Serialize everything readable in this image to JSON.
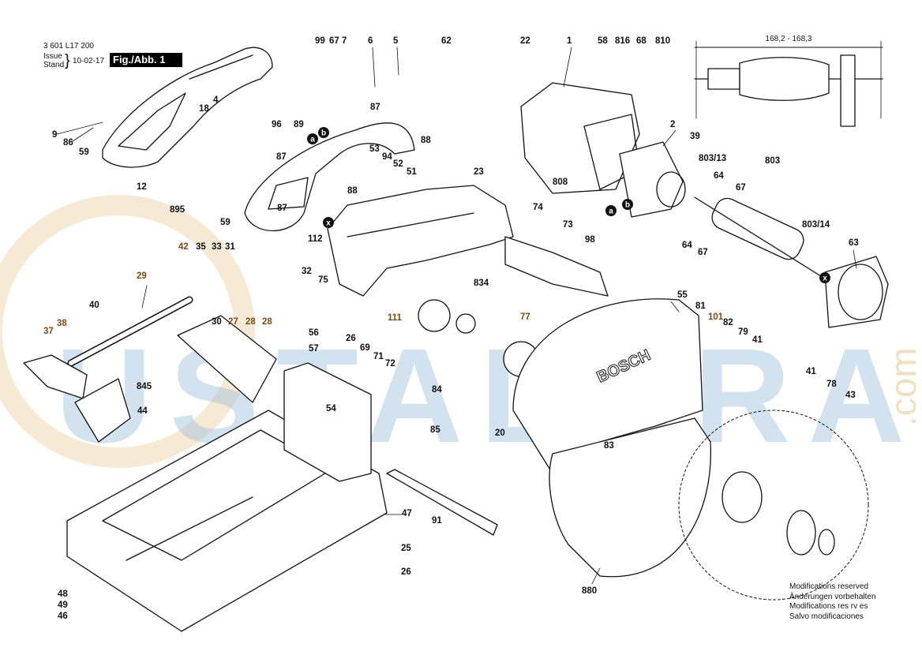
{
  "header": {
    "doc_number": "3 601 L17 200",
    "issue_label": "Issue",
    "stand_label": "Stand",
    "brace": "}",
    "date": "10-02-17",
    "figure": "Fig./Abb. 1"
  },
  "dimension": "168,2 - 168,3",
  "brand_on_guard": "BOSCH",
  "watermark": {
    "text": "USTALARA",
    "suffix": ".com",
    "color": "#9fc0dc"
  },
  "notes": [
    "Modifications reserved",
    "Änderungen vorbehalten",
    "Modifications res rv es",
    "Salvo modificaciones"
  ],
  "part_labels": [
    {
      "t": "99"
    },
    {
      "t": "67"
    },
    {
      "t": "7"
    },
    {
      "t": "6"
    },
    {
      "t": "5"
    },
    {
      "t": "62"
    },
    {
      "t": "22"
    },
    {
      "t": "1"
    },
    {
      "t": "58"
    },
    {
      "t": "816"
    },
    {
      "t": "68"
    },
    {
      "t": "810"
    },
    {
      "t": "18"
    },
    {
      "t": "4"
    },
    {
      "t": "96"
    },
    {
      "t": "89"
    },
    {
      "t": "87"
    },
    {
      "t": "9"
    },
    {
      "t": "86"
    },
    {
      "t": "59"
    },
    {
      "t": "87"
    },
    {
      "t": "88"
    },
    {
      "t": "53"
    },
    {
      "t": "94"
    },
    {
      "t": "52"
    },
    {
      "t": "51"
    },
    {
      "t": "808"
    },
    {
      "t": "2"
    },
    {
      "t": "39"
    },
    {
      "t": "803/13"
    },
    {
      "t": "803"
    },
    {
      "t": "64"
    },
    {
      "t": "67"
    },
    {
      "t": "12"
    },
    {
      "t": "88"
    },
    {
      "t": "23"
    },
    {
      "t": "895"
    },
    {
      "t": "87"
    },
    {
      "t": "59"
    },
    {
      "t": "74"
    },
    {
      "t": "73"
    },
    {
      "t": "98"
    },
    {
      "t": "803/14"
    },
    {
      "t": "64"
    },
    {
      "t": "67"
    },
    {
      "t": "63"
    },
    {
      "t": "42",
      "brown": true
    },
    {
      "t": "35"
    },
    {
      "t": "33"
    },
    {
      "t": "31"
    },
    {
      "t": "112"
    },
    {
      "t": "32"
    },
    {
      "t": "75"
    },
    {
      "t": "834"
    },
    {
      "t": "29",
      "brown": true
    },
    {
      "t": "40"
    },
    {
      "t": "111",
      "brown": true
    },
    {
      "t": "55"
    },
    {
      "t": "81"
    },
    {
      "t": "101",
      "brown": true
    },
    {
      "t": "82"
    },
    {
      "t": "79"
    },
    {
      "t": "41"
    },
    {
      "t": "37",
      "brown": true
    },
    {
      "t": "38",
      "brown": true
    },
    {
      "t": "30"
    },
    {
      "t": "27",
      "brown": true
    },
    {
      "t": "28",
      "brown": true
    },
    {
      "t": "28",
      "brown": true
    },
    {
      "t": "56"
    },
    {
      "t": "57"
    },
    {
      "t": "26"
    },
    {
      "t": "69"
    },
    {
      "t": "71"
    },
    {
      "t": "72"
    },
    {
      "t": "77",
      "brown": true
    },
    {
      "t": "845"
    },
    {
      "t": "84"
    },
    {
      "t": "54"
    },
    {
      "t": "41"
    },
    {
      "t": "78"
    },
    {
      "t": "43"
    },
    {
      "t": "44"
    },
    {
      "t": "85"
    },
    {
      "t": "20"
    },
    {
      "t": "83"
    },
    {
      "t": "47"
    },
    {
      "t": "91"
    },
    {
      "t": "25"
    },
    {
      "t": "26"
    },
    {
      "t": "880"
    },
    {
      "t": "48"
    },
    {
      "t": "49"
    },
    {
      "t": "46"
    }
  ],
  "connectors": [
    "a",
    "b",
    "x",
    "b",
    "x",
    "a",
    "b",
    "x"
  ]
}
